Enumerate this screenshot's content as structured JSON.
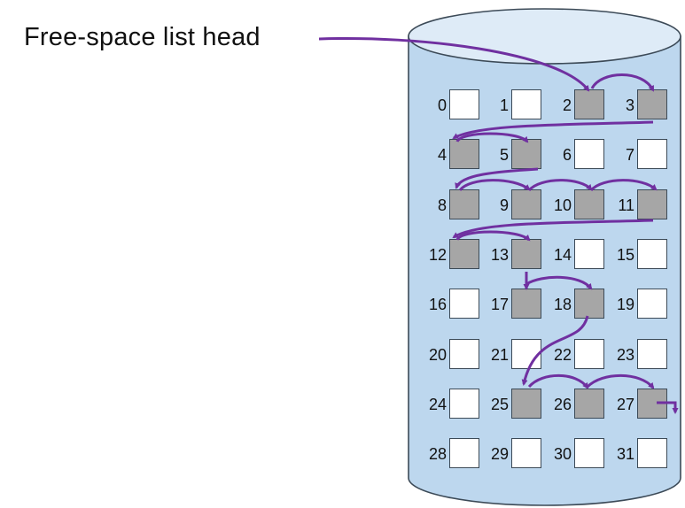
{
  "label": {
    "text": "Free-space list head"
  },
  "colors": {
    "cylinder_fill": "#bdd7ee",
    "cylinder_top": "#deebf7",
    "cylinder_stroke": "#3c4a57",
    "free_block": "#a6a6a6",
    "used_block": "#ffffff",
    "arrow": "#7030a0"
  },
  "blocks": [
    {
      "num": "0",
      "free": false
    },
    {
      "num": "1",
      "free": false
    },
    {
      "num": "2",
      "free": true
    },
    {
      "num": "3",
      "free": true
    },
    {
      "num": "4",
      "free": true
    },
    {
      "num": "5",
      "free": true
    },
    {
      "num": "6",
      "free": false
    },
    {
      "num": "7",
      "free": false
    },
    {
      "num": "8",
      "free": true
    },
    {
      "num": "9",
      "free": true
    },
    {
      "num": "10",
      "free": true
    },
    {
      "num": "11",
      "free": true
    },
    {
      "num": "12",
      "free": true
    },
    {
      "num": "13",
      "free": true
    },
    {
      "num": "14",
      "free": false
    },
    {
      "num": "15",
      "free": false
    },
    {
      "num": "16",
      "free": false
    },
    {
      "num": "17",
      "free": true
    },
    {
      "num": "18",
      "free": true
    },
    {
      "num": "19",
      "free": false
    },
    {
      "num": "20",
      "free": false
    },
    {
      "num": "21",
      "free": false
    },
    {
      "num": "22",
      "free": false
    },
    {
      "num": "23",
      "free": false
    },
    {
      "num": "24",
      "free": false
    },
    {
      "num": "25",
      "free": true
    },
    {
      "num": "26",
      "free": true
    },
    {
      "num": "27",
      "free": true
    },
    {
      "num": "28",
      "free": false
    },
    {
      "num": "29",
      "free": false
    },
    {
      "num": "30",
      "free": false
    },
    {
      "num": "31",
      "free": false
    }
  ],
  "free_list_order": [
    "2",
    "3",
    "4",
    "5",
    "8",
    "9",
    "10",
    "11",
    "12",
    "13",
    "17",
    "18",
    "25",
    "26",
    "27"
  ]
}
